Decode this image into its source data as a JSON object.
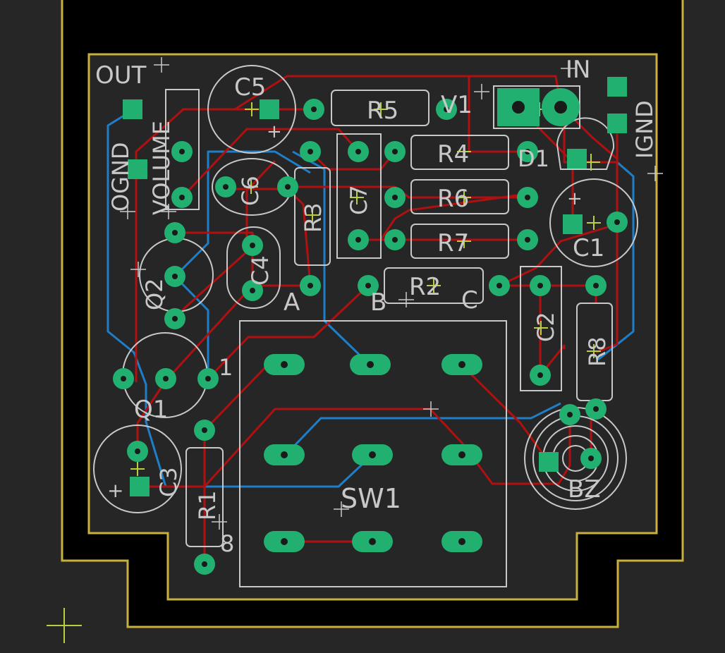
{
  "colors": {
    "background": "#262626",
    "board_dark": "#000000",
    "outline": "#c8b040",
    "silkscreen": "#c8c8c8",
    "top_copper": "#b01010",
    "bottom_copper": "#1e7fc8",
    "pad": "#22b070",
    "pad_hole": "#1a1a1a",
    "origin": "#b8d040"
  },
  "labels": {
    "out": "OUT",
    "ognd": "OGND",
    "volume": "VOLUME",
    "c5": "C5",
    "r5": "R5",
    "v1": "V1",
    "in": "IN",
    "ignd": "IGND",
    "c6": "C6",
    "r3": "R3",
    "c7": "C7",
    "r4": "R4",
    "r6": "R6",
    "r7": "R7",
    "d1": "D1",
    "c1": "C1",
    "q2": "Q2",
    "c4": "C4",
    "a": "A",
    "b": "B",
    "r2": "R2",
    "c": "C",
    "c2": "C2",
    "r8": "R8",
    "q1": "Q1",
    "one": "1",
    "c3": "C3",
    "r1": "R1",
    "eight": "8",
    "sw1": "SW1",
    "bz": "BZ",
    "plus": "+"
  }
}
